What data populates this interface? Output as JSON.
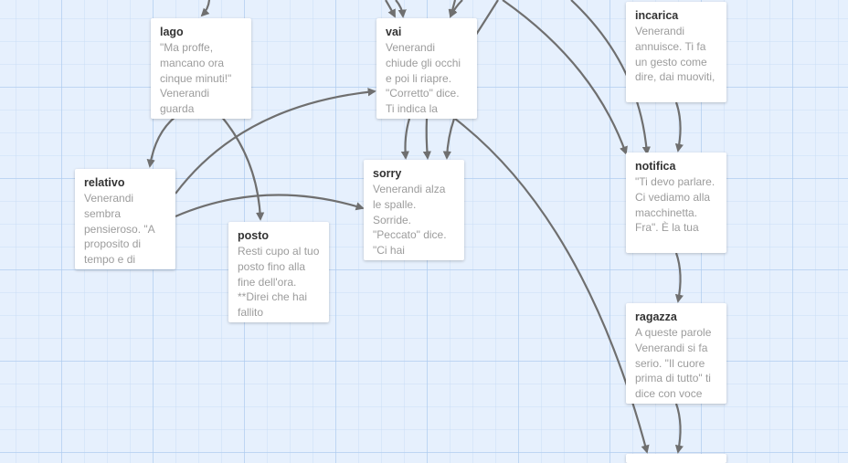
{
  "passages": [
    {
      "id": "lago",
      "title": "lago",
      "excerpt": "\"Ma proffe, mancano ora cinque minuti!\" Venerandi guarda"
    },
    {
      "id": "vai",
      "title": "vai",
      "excerpt": "Venerandi chiude gli occhi e poi li riapre. \"Corretto\" dice. Ti indica la"
    },
    {
      "id": "incarica",
      "title": "incarica",
      "excerpt": "Venerandi annuisce. Ti fa un gesto come dire, dai muoviti,"
    },
    {
      "id": "relativo",
      "title": "relativo",
      "excerpt": "Venerandi sembra pensieroso. \"A proposito di tempo e di"
    },
    {
      "id": "sorry",
      "title": "sorry",
      "excerpt": "Venerandi alza le spalle. Sorride. \"Peccato\" dice. \"Ci hai"
    },
    {
      "id": "notifica",
      "title": "notifica",
      "excerpt": "\"Ti devo parlare. Ci vediamo alla macchinetta. Fra\". È la tua"
    },
    {
      "id": "posto",
      "title": "posto",
      "excerpt": "Resti cupo al tuo posto fino alla fine dell'ora. **Direi che hai fallito"
    },
    {
      "id": "ragazza",
      "title": "ragazza",
      "excerpt": "A queste parole Venerandi si fa serio. \"Il cuore prima di tutto\" ti dice con voce"
    },
    {
      "id": "bottom",
      "title": "",
      "excerpt": ""
    }
  ],
  "colors": {
    "link": "#6f6f6f",
    "card": "#ffffff",
    "background": "#e6f0fd"
  }
}
